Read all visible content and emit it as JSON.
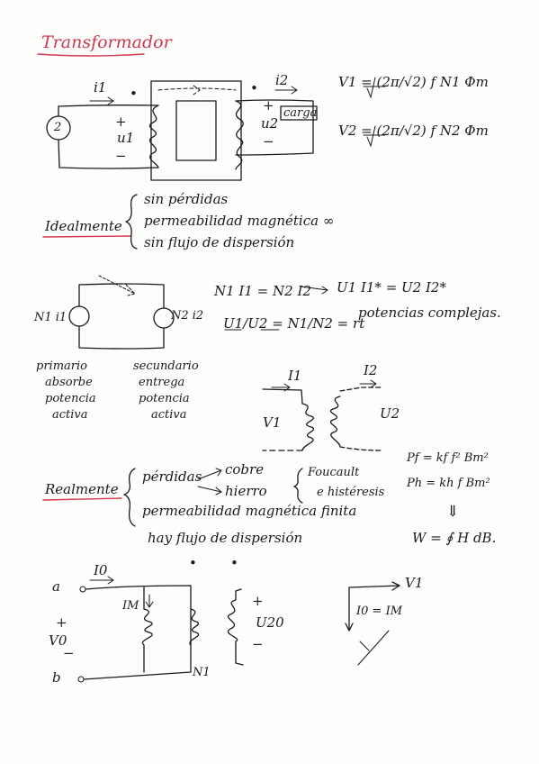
{
  "title": "Transformador",
  "circuit1": {
    "source": "2",
    "i1": "i1",
    "i2": "i2",
    "u1": "u1",
    "u2": "u2",
    "load": "carga",
    "plus": "+",
    "minus": "−",
    "dot": "•"
  },
  "eq_top": {
    "v1": "V1 = (2π/√2) f N1 Φm",
    "v2": "V2 = (2π/√2) f N2 Φm"
  },
  "ideal": {
    "label": "Idealmente",
    "items": [
      "sin pérdidas",
      "permeabilidad magnética ∞",
      "sin flujo de dispersión"
    ]
  },
  "ideal_circuit": {
    "left_source": "N1 i1",
    "right_source": "N2 i2",
    "left_note": [
      "primario",
      "absorbe",
      "potencia",
      "activa"
    ],
    "right_note": [
      "secundario",
      "entrega",
      "potencia",
      "activa"
    ]
  },
  "ideal_eq": {
    "eq1": "N1 I1 = N2 I2",
    "eq2": "U1 I1* = U2 I2*",
    "eq3": "U1/U2 = N1/N2 = rt",
    "note": "potencias complejas."
  },
  "coil_diagram": {
    "i1": "I1",
    "i2": "I2",
    "v1": "V1",
    "u2": "U2"
  },
  "real": {
    "label": "Realmente",
    "losses": "pérdidas",
    "copper": "cobre",
    "iron": "hierro",
    "foucault": "Foucault",
    "hysteresis": "e histéresis",
    "pf": "Pf = kf f² Bm²",
    "ph": "Ph = kh f Bm²",
    "permeability": "permeabilidad magnética finita",
    "dispersion": "hay flujo de dispersión",
    "arrow": "⇓",
    "w": "W = ∮ H dB."
  },
  "no_load": {
    "a": "a",
    "b": "b",
    "i0": "I0",
    "im": "IM",
    "v0": "V0",
    "v20": "U20",
    "n1": "N1",
    "phasor_v1": "V1",
    "phasor_i": "I0 = IM"
  }
}
